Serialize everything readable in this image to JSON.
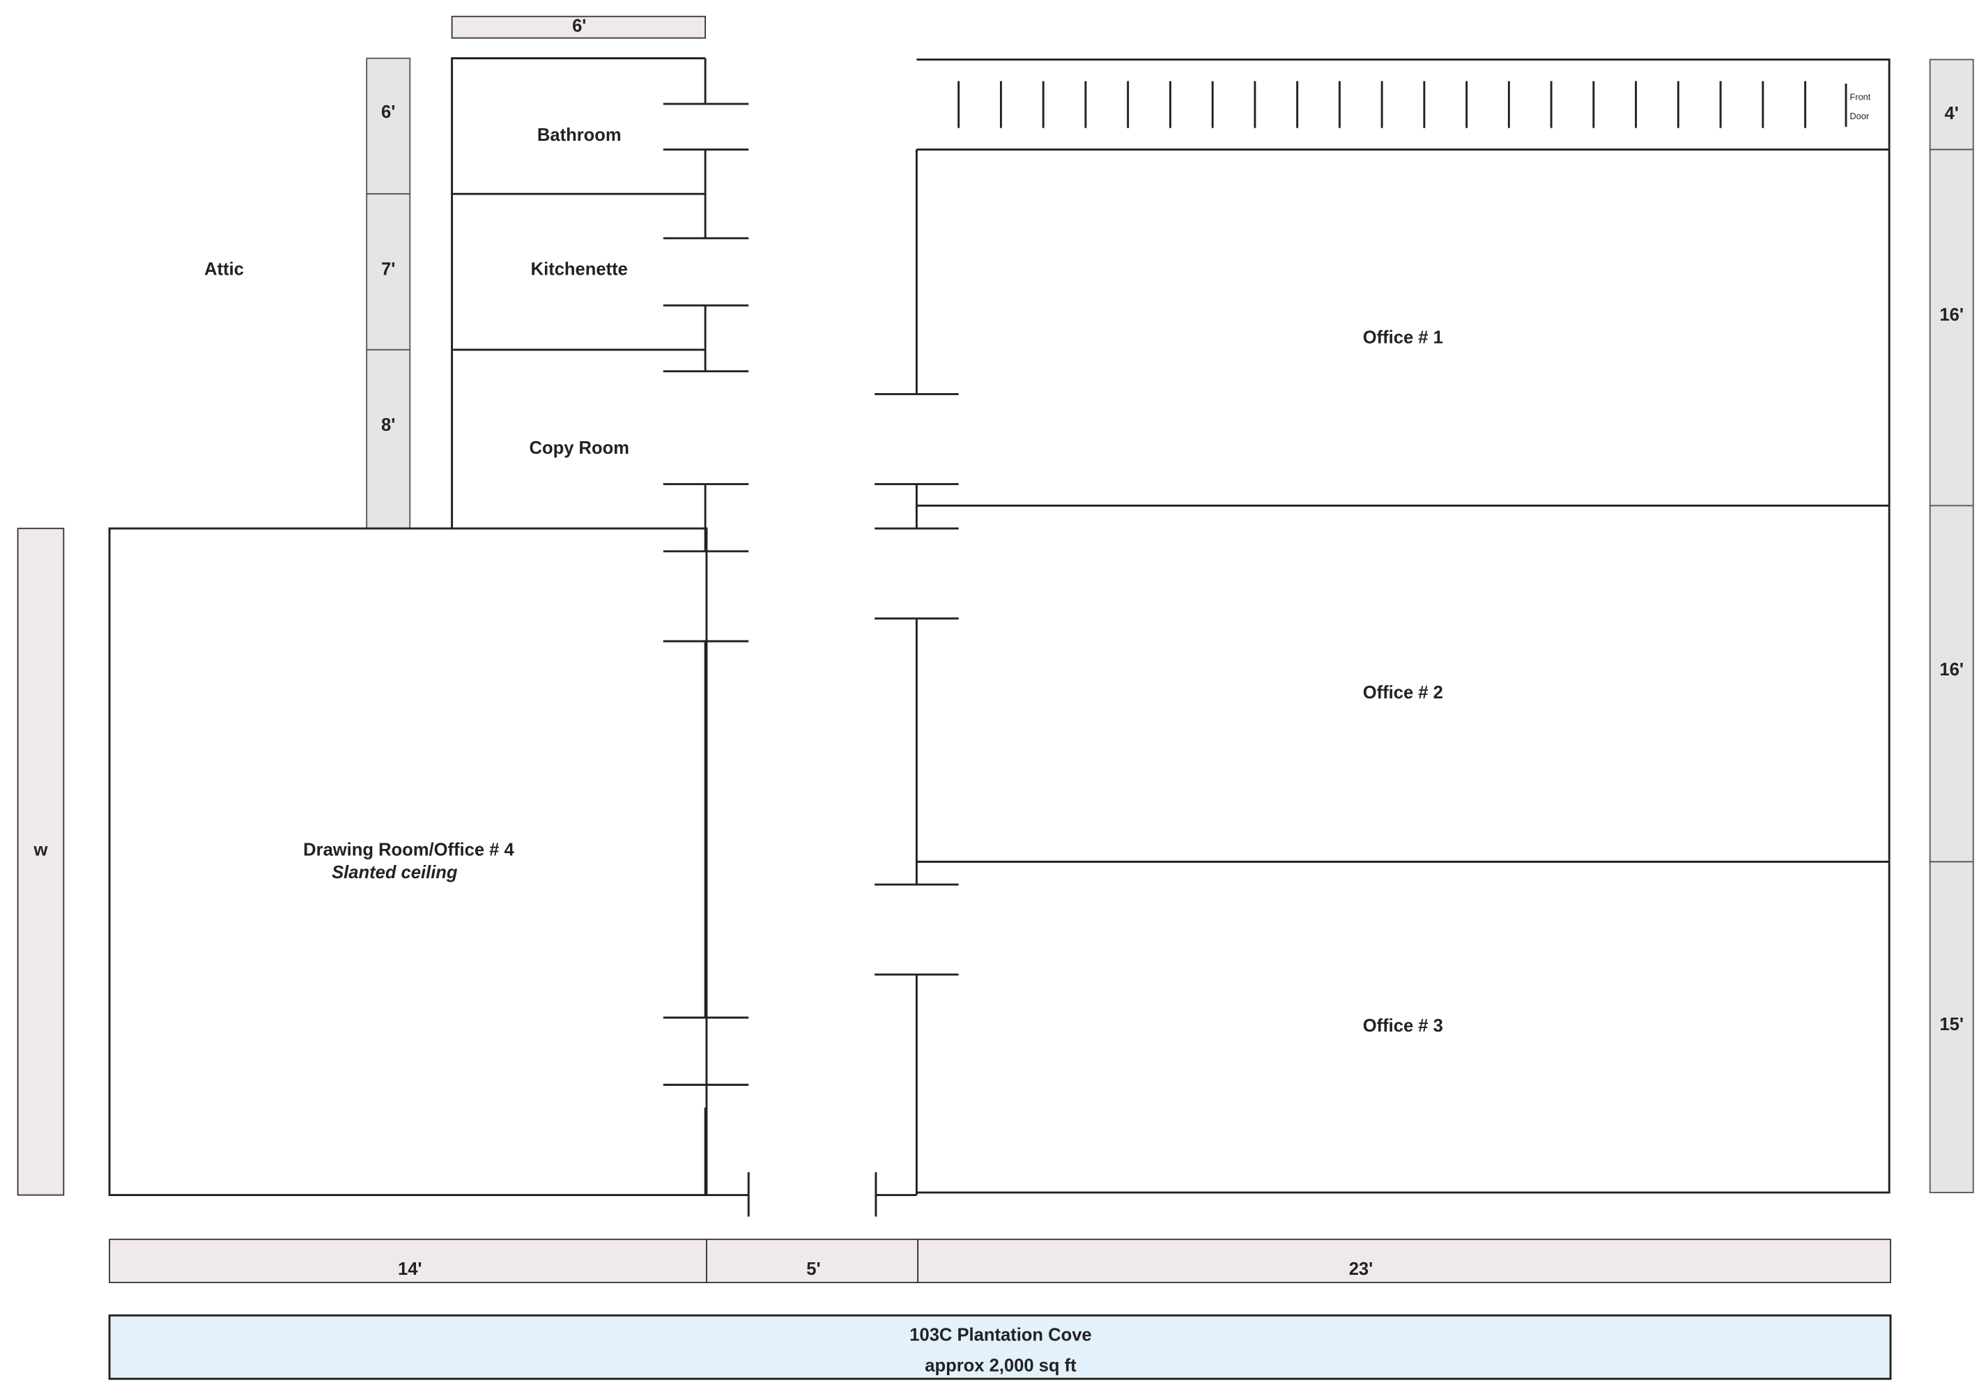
{
  "plan": {
    "address": "103C Plantation Cove",
    "area": "approx 2,000 sq ft",
    "rooms": {
      "bathroom": "Bathroom",
      "kitchenette": "Kitchenette",
      "copy_room": "Copy Room",
      "attic": "Attic",
      "drawing_room": "Drawing Room/Office # 4",
      "drawing_note": "Slanted ceiling",
      "office1": "Office # 1",
      "office2": "Office # 2",
      "office3": "Office # 3",
      "front_door_1": "Front",
      "front_door_2": "Door"
    },
    "dimensions": {
      "top": "6'",
      "left_col": [
        "6'",
        "7'",
        "8'"
      ],
      "left_side": "w",
      "right_col": [
        "4'",
        "16'",
        "16'",
        "15'"
      ],
      "bottom": [
        "14'",
        "5'",
        "23'"
      ]
    },
    "colors": {
      "title_fill": "#e3f1fb",
      "dim_fill": "#efe9ea"
    }
  }
}
